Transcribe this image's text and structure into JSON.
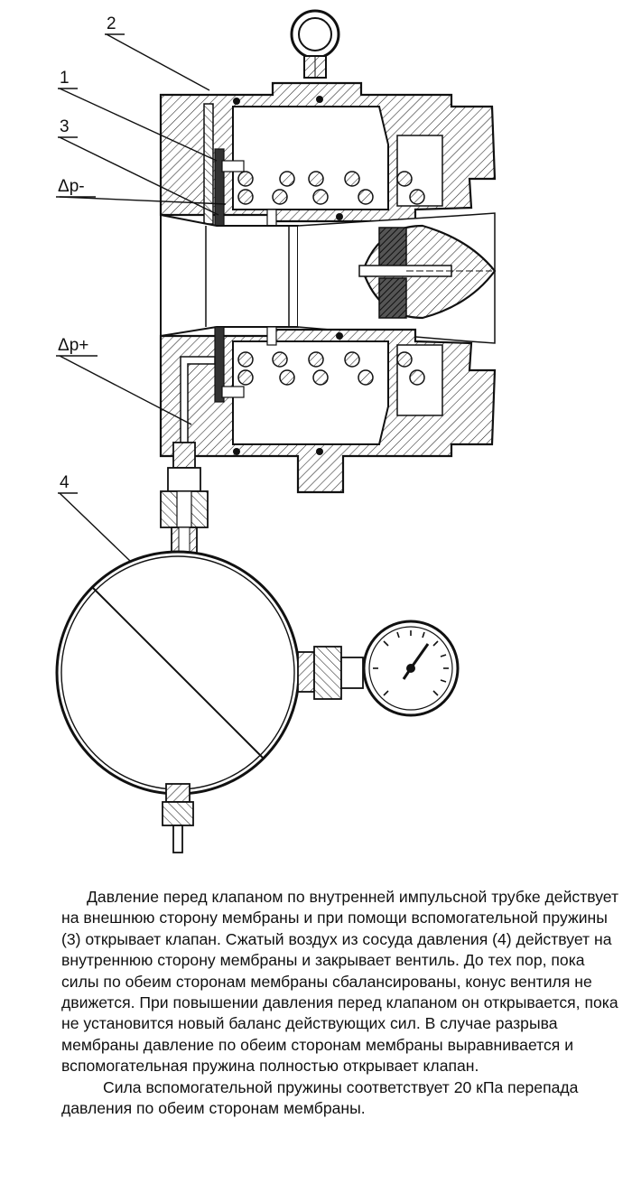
{
  "figure": {
    "labels": {
      "l2": "2",
      "l1": "1",
      "l3": "3",
      "dp_minus": "Δp-",
      "dp_plus": "Δp+",
      "l4": "4"
    }
  },
  "text": {
    "paragraph_1": "Давление перед клапаном по внутренней импульсной трубке действует на внешнюю сторону мембраны и при помощи вспомогательной пружины (3) открывает клапан. Сжатый воздух из сосуда давления (4) действует на внутреннюю сторону мембраны и закрывает вентиль. До тех пор, пока силы по обеим сторонам мембраны сбалансированы, конус вентиля не движется. При повышении давления перед клапаном он открывается, пока не установится новый баланс действующих сил. В случае разрыва мембраны давление по обеим сторонам мембраны выравнивается и вспомогательная пружина полностью открывает клапан.",
    "paragraph_2": "Сила вспомогательной пружины соответствует 20 кПа перепада давления по обеим сторонам мембраны."
  }
}
